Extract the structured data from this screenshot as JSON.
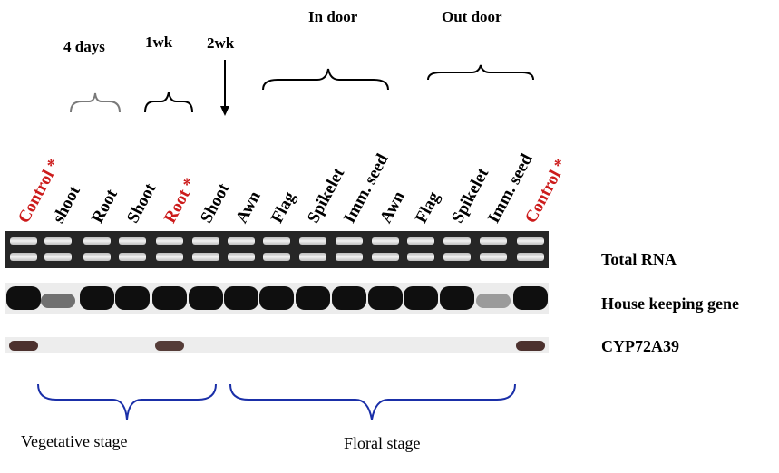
{
  "top_groups": {
    "four_days": "4 days",
    "one_wk": "1wk",
    "two_wk": "2wk",
    "in_door": "In door",
    "out_door": "Out door"
  },
  "lanes": [
    {
      "label": "Control *",
      "color": "#cc1b1b"
    },
    {
      "label": "shoot",
      "color": "#000000"
    },
    {
      "label": "Root",
      "color": "#000000"
    },
    {
      "label": "Shoot",
      "color": "#000000"
    },
    {
      "label": "Root *",
      "color": "#cc1b1b"
    },
    {
      "label": "Shoot",
      "color": "#000000"
    },
    {
      "label": "Awn",
      "color": "#000000"
    },
    {
      "label": "Flag",
      "color": "#000000"
    },
    {
      "label": "Spikelet",
      "color": "#000000"
    },
    {
      "label": "Imm. seed",
      "color": "#000000"
    },
    {
      "label": "Awn",
      "color": "#000000"
    },
    {
      "label": "Flag",
      "color": "#000000"
    },
    {
      "label": "Spikelet",
      "color": "#000000"
    },
    {
      "label": "Imm. seed",
      "color": "#000000"
    },
    {
      "label": "Control *",
      "color": "#cc1b1b"
    }
  ],
  "rows": {
    "total_rna": "Total RNA",
    "house_keeping": "House keeping gene",
    "cyp": "CYP72A39"
  },
  "stages": {
    "vegetative": "Vegetative stage",
    "floral": "Floral stage"
  },
  "signal": {
    "house_keeping_intensity": [
      1,
      0.55,
      1,
      1,
      1,
      1,
      1,
      1,
      1,
      1,
      1,
      1,
      1,
      0.35,
      1
    ],
    "cyp_intensity": [
      0.9,
      0,
      0,
      0,
      0.85,
      0,
      0,
      0,
      0,
      0,
      0,
      0,
      0,
      0,
      0.9
    ]
  },
  "colors": {
    "red_label": "#cc1b1b",
    "bracket_blue": "#1a2fa8"
  }
}
